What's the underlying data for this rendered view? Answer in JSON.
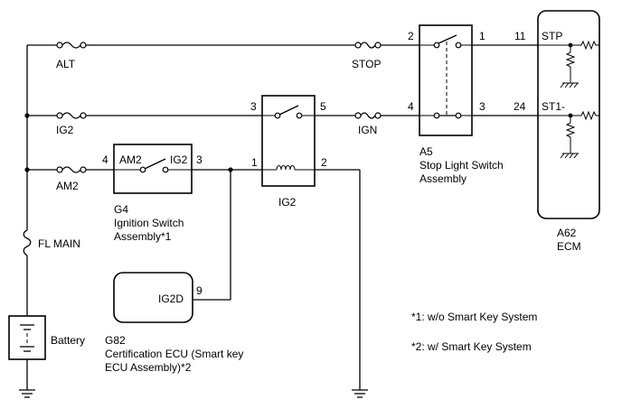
{
  "fuses": {
    "alt": "ALT",
    "ig2": "IG2",
    "am2": "AM2",
    "stop": "STOP",
    "ign": "IGN",
    "fl_main": "FL MAIN"
  },
  "battery": {
    "label": "Battery"
  },
  "ignition_switch": {
    "code": "G4",
    "name_line1": "Ignition Switch",
    "name_line2": "Assembly*1",
    "term_am2": "AM2",
    "term_ig2": "IG2",
    "pin_in": "4",
    "pin_out": "3"
  },
  "relay": {
    "label": "IG2",
    "pin3": "3",
    "pin5": "5",
    "pin1": "1",
    "pin2": "2"
  },
  "stop_light_switch": {
    "code": "A5",
    "name_line1": "Stop Light Switch",
    "name_line2": "Assembly",
    "pin2": "2",
    "pin1": "1",
    "pin4": "4",
    "pin3": "3"
  },
  "ecm": {
    "code": "A62",
    "name": "ECM",
    "pin11": "11",
    "pin24": "24",
    "term_stp": "STP",
    "term_st1": "ST1-"
  },
  "certification_ecu": {
    "code": "G82",
    "name_line1": "Certification ECU (Smart key",
    "name_line2": "ECU Assembly)*2",
    "term": "IG2D",
    "pin": "9"
  },
  "notes": {
    "note1": "*1: w/o Smart Key System",
    "note2": "*2: w/ Smart Key System"
  }
}
